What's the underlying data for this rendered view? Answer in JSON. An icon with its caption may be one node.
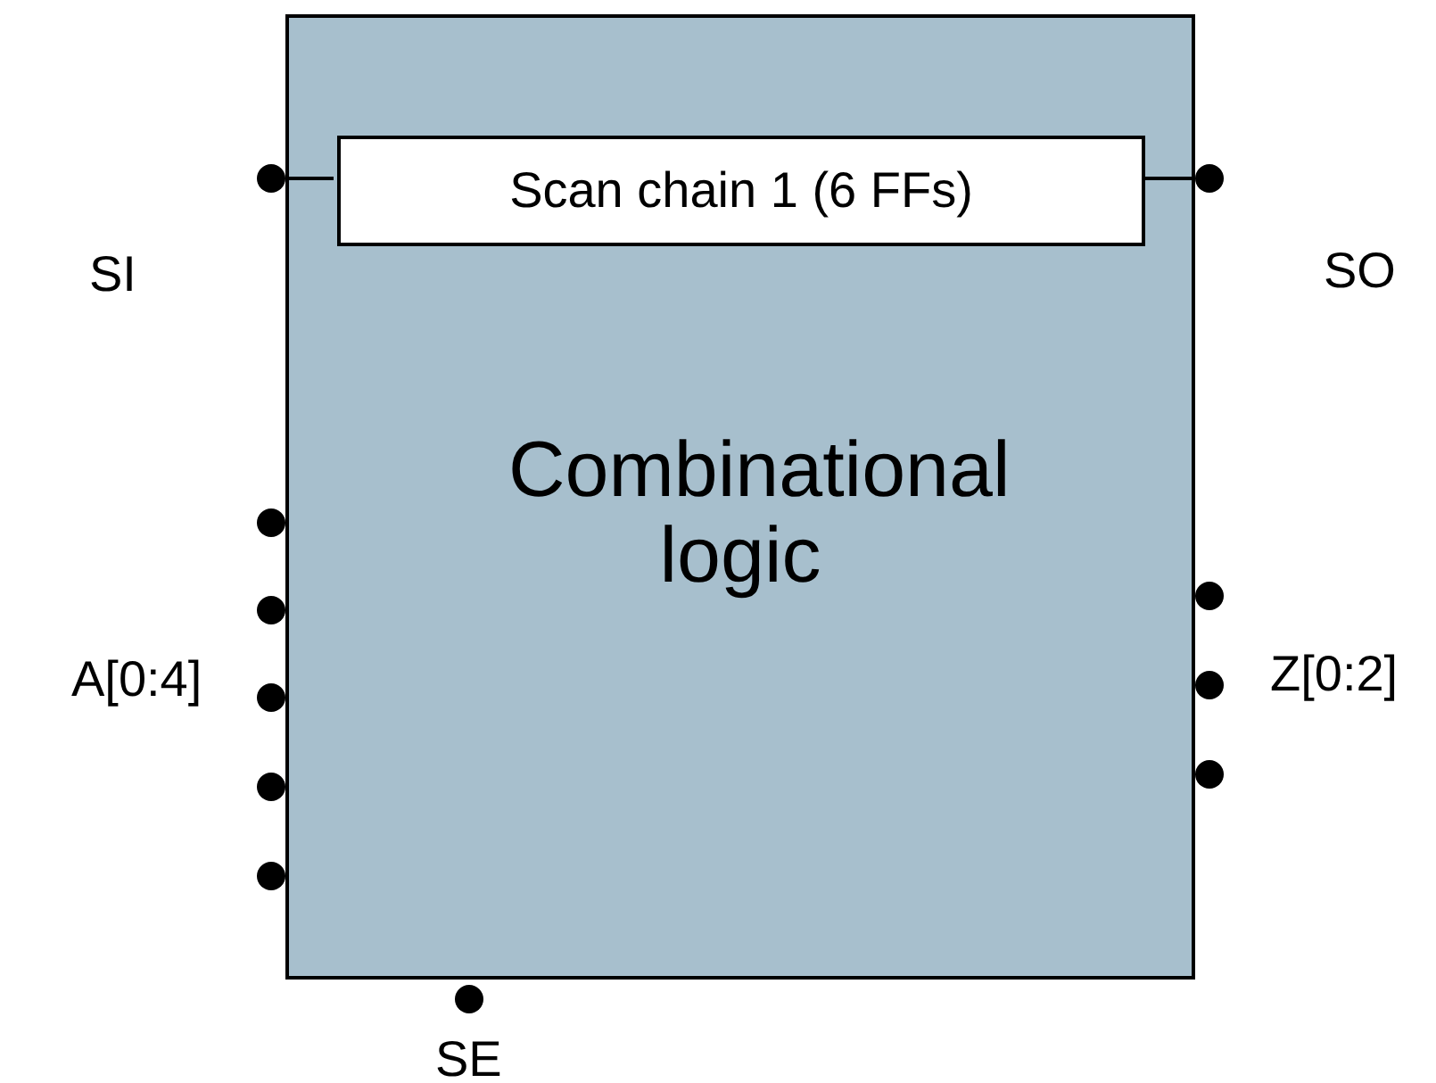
{
  "diagram": {
    "nodes": [
      {
        "text": [
          "Combinational logic"
        ]
      },
      {
        "text": [
          "Scan chain 1 (6 FFs)"
        ],
        "in": 0
      },
      {
        "text": [],
        "shape": "circle",
        "beside": [
          "SI"
        ]
      },
      {
        "text": [],
        "shape": "circle",
        "beside": [
          "SO"
        ]
      },
      {
        "text": [],
        "shape": "circle"
      },
      {
        "text": [],
        "shape": "circle"
      },
      {
        "text": [],
        "shape": "circle"
      },
      {
        "text": [],
        "shape": "circle"
      },
      {
        "text": [],
        "shape": "circle"
      },
      {
        "text": [],
        "shape": "circle"
      },
      {
        "text": [],
        "shape": "circle"
      },
      {
        "text": [],
        "shape": "circle"
      },
      {
        "text": [],
        "shape": "circle",
        "beside": [
          "SE"
        ]
      }
    ],
    "edges": [
      {
        "from": 2,
        "to": 1,
        "arrow": "none"
      },
      {
        "from": 1,
        "to": 3,
        "arrow": "none"
      }
    ],
    "labels": [
      "A[0:4]",
      "Z[0:2]"
    ]
  }
}
